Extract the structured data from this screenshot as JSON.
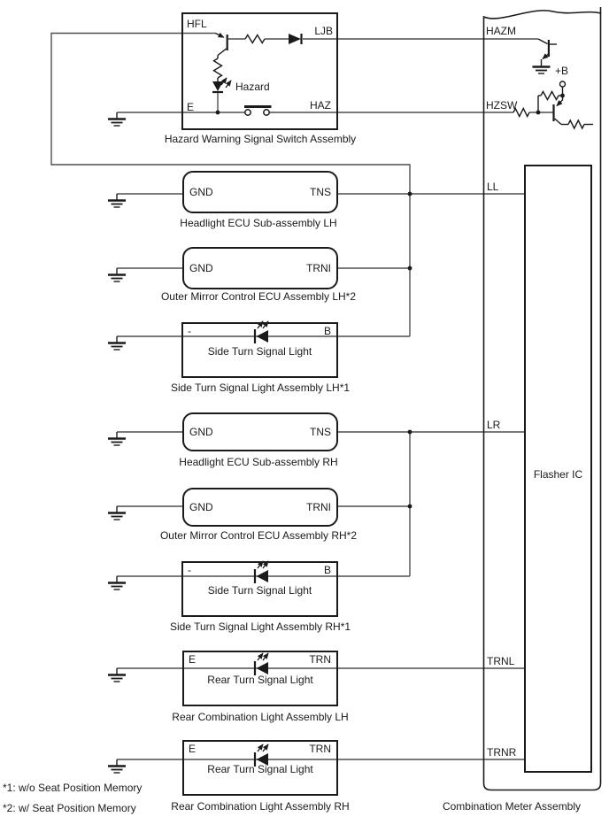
{
  "palette": {
    "ink": "#1a1a1a",
    "wire": "#4f4f4f",
    "background": "#ffffff"
  },
  "hazard_switch": {
    "pin_hfl": "HFL",
    "pin_ljb": "LJB",
    "pin_e": "E",
    "pin_haz": "HAZ",
    "led_label": "Hazard",
    "caption": "Hazard Warning Signal Switch Assembly"
  },
  "components": [
    {
      "left_pin": "GND",
      "right_pin": "TNS",
      "caption": "Headlight ECU Sub-assembly LH"
    },
    {
      "left_pin": "GND",
      "right_pin": "TRNI",
      "caption": "Outer Mirror Control ECU Assembly LH*2"
    },
    {
      "left_pin": "-",
      "right_pin": "B",
      "inner_label": "Side Turn Signal Light",
      "caption": "Side Turn Signal Light Assembly LH*1"
    },
    {
      "left_pin": "GND",
      "right_pin": "TNS",
      "caption": "Headlight ECU Sub-assembly RH"
    },
    {
      "left_pin": "GND",
      "right_pin": "TRNI",
      "caption": "Outer Mirror Control ECU Assembly RH*2"
    },
    {
      "left_pin": "-",
      "right_pin": "B",
      "inner_label": "Side Turn Signal Light",
      "caption": "Side Turn Signal Light Assembly RH*1"
    },
    {
      "left_pin": "E",
      "right_pin": "TRN",
      "inner_label": "Rear Turn Signal Light",
      "caption": "Rear Combination Light Assembly LH"
    },
    {
      "left_pin": "E",
      "right_pin": "TRN",
      "inner_label": "Rear Turn Signal Light",
      "caption": "Rear Combination Light Assembly RH"
    }
  ],
  "meter": {
    "caption": "Combination Meter Assembly",
    "flasher_label": "Flasher IC",
    "power_label": "+B",
    "pin_hazm": "HAZM",
    "pin_hzsw": "HZSW",
    "pin_ll": "LL",
    "pin_lr": "LR",
    "pin_trnl": "TRNL",
    "pin_trnr": "TRNR"
  },
  "footnotes": [
    "*1: w/o Seat Position Memory",
    "*2: w/ Seat Position Memory"
  ]
}
